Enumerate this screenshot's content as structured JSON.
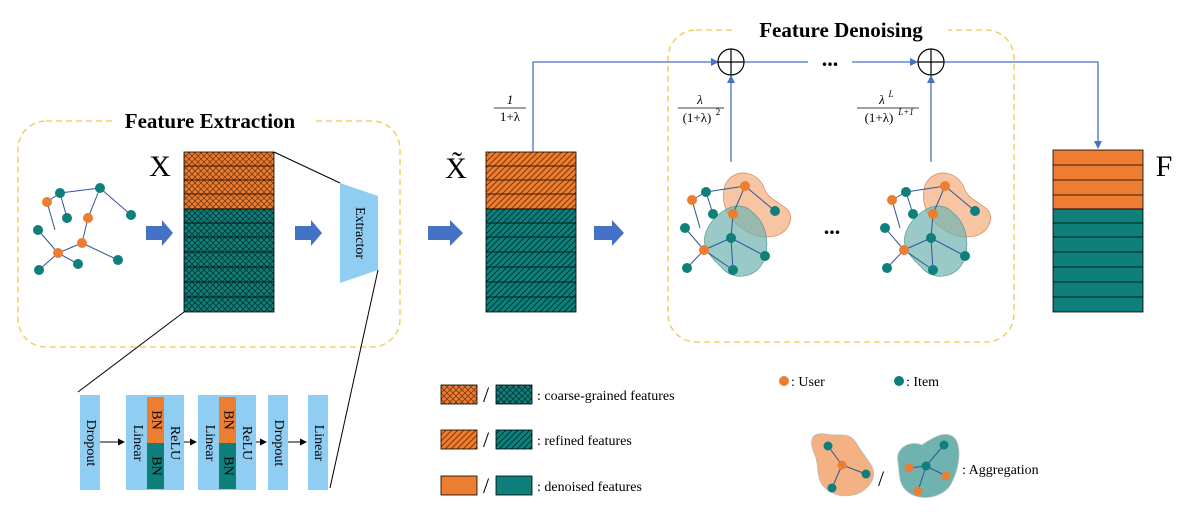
{
  "titles": {
    "feature_extraction": "Feature Extraction",
    "feature_denoising": "Feature Denoising"
  },
  "symbols": {
    "x": "X",
    "x_tilde": "X̃",
    "f": "F",
    "dots": "..."
  },
  "extractor": {
    "label": "Extractor"
  },
  "coefficients": {
    "first_num": "1",
    "first_den": "1+λ",
    "second_num": "λ",
    "second_den": "(1+λ)",
    "second_den_sup": "2",
    "last_num": "λ",
    "last_num_sup": "L",
    "last_den": "(1+λ)",
    "last_den_sup": "L+1"
  },
  "pipeline": {
    "dropout1": "Dropout",
    "linear1": "Linear",
    "bn1_top": "BN",
    "bn1_bottom": "BN",
    "relu1": "ReLU",
    "linear2": "Linear",
    "bn2_top": "BN",
    "bn2_bottom": "BN",
    "relu2": "ReLU",
    "dropout2": "Dropout",
    "linear3": "Linear"
  },
  "legend": {
    "slash": "/",
    "coarse": ": coarse-grained features",
    "refined": ": refined features",
    "denoised": ": denoised features",
    "user": ": User",
    "item": ": Item",
    "aggregation": ": Aggregation"
  },
  "colors": {
    "orange": "#ED7D31",
    "teal": "#0E7F7A",
    "blue_arrow": "#4472C4",
    "dashed_border": "#F2C94C",
    "light_blue": "#8FCDF3",
    "orange_blob": "#F4B183",
    "teal_blob": "#6FB3B0"
  }
}
